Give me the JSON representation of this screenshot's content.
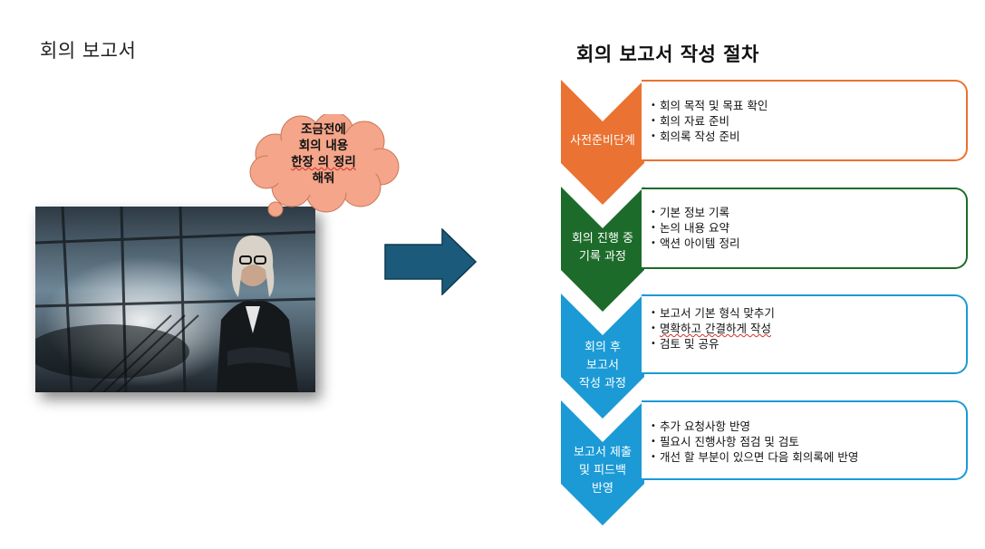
{
  "left_title": "회의 보고서",
  "right_title": "회의 보고서 작성 절차",
  "cloud": {
    "lines": [
      "조금전에",
      "회의 내용",
      "한장 의 정리",
      "해줘"
    ],
    "color": "#f4a58a"
  },
  "photo": {
    "alt": "woman-with-glasses-photo"
  },
  "steps": [
    {
      "label_lines": [
        "사전준비단계"
      ],
      "color": "#ea7232",
      "items": [
        "회의 목적 및 목표 확인",
        "회의 자료 준비",
        "회의록 작성 준비"
      ]
    },
    {
      "label_lines": [
        "회의 진행 중",
        "기록 과정"
      ],
      "color": "#1d6b2a",
      "items": [
        "기본 정보 기록",
        " 논의 내용 요약",
        "액션 아이템 정리"
      ]
    },
    {
      "label_lines": [
        "회의 후",
        "보고서",
        "작성 과정"
      ],
      "color": "#1b9ad6",
      "items": [
        "보고서 기본 형식 맞추기",
        "명확하고 간결하게 작성",
        "검토 및 공유"
      ]
    },
    {
      "label_lines": [
        "보고서 제출",
        "및 피드백",
        "반영"
      ],
      "color": "#1b9ad6",
      "items": [
        "추가 요청사항 반영",
        "필요시 진행사항 점검  및 검토",
        "개선 할 부분이 있으면 다음 회의록에 반영"
      ]
    }
  ],
  "arrow_color": "#1b5a7a"
}
